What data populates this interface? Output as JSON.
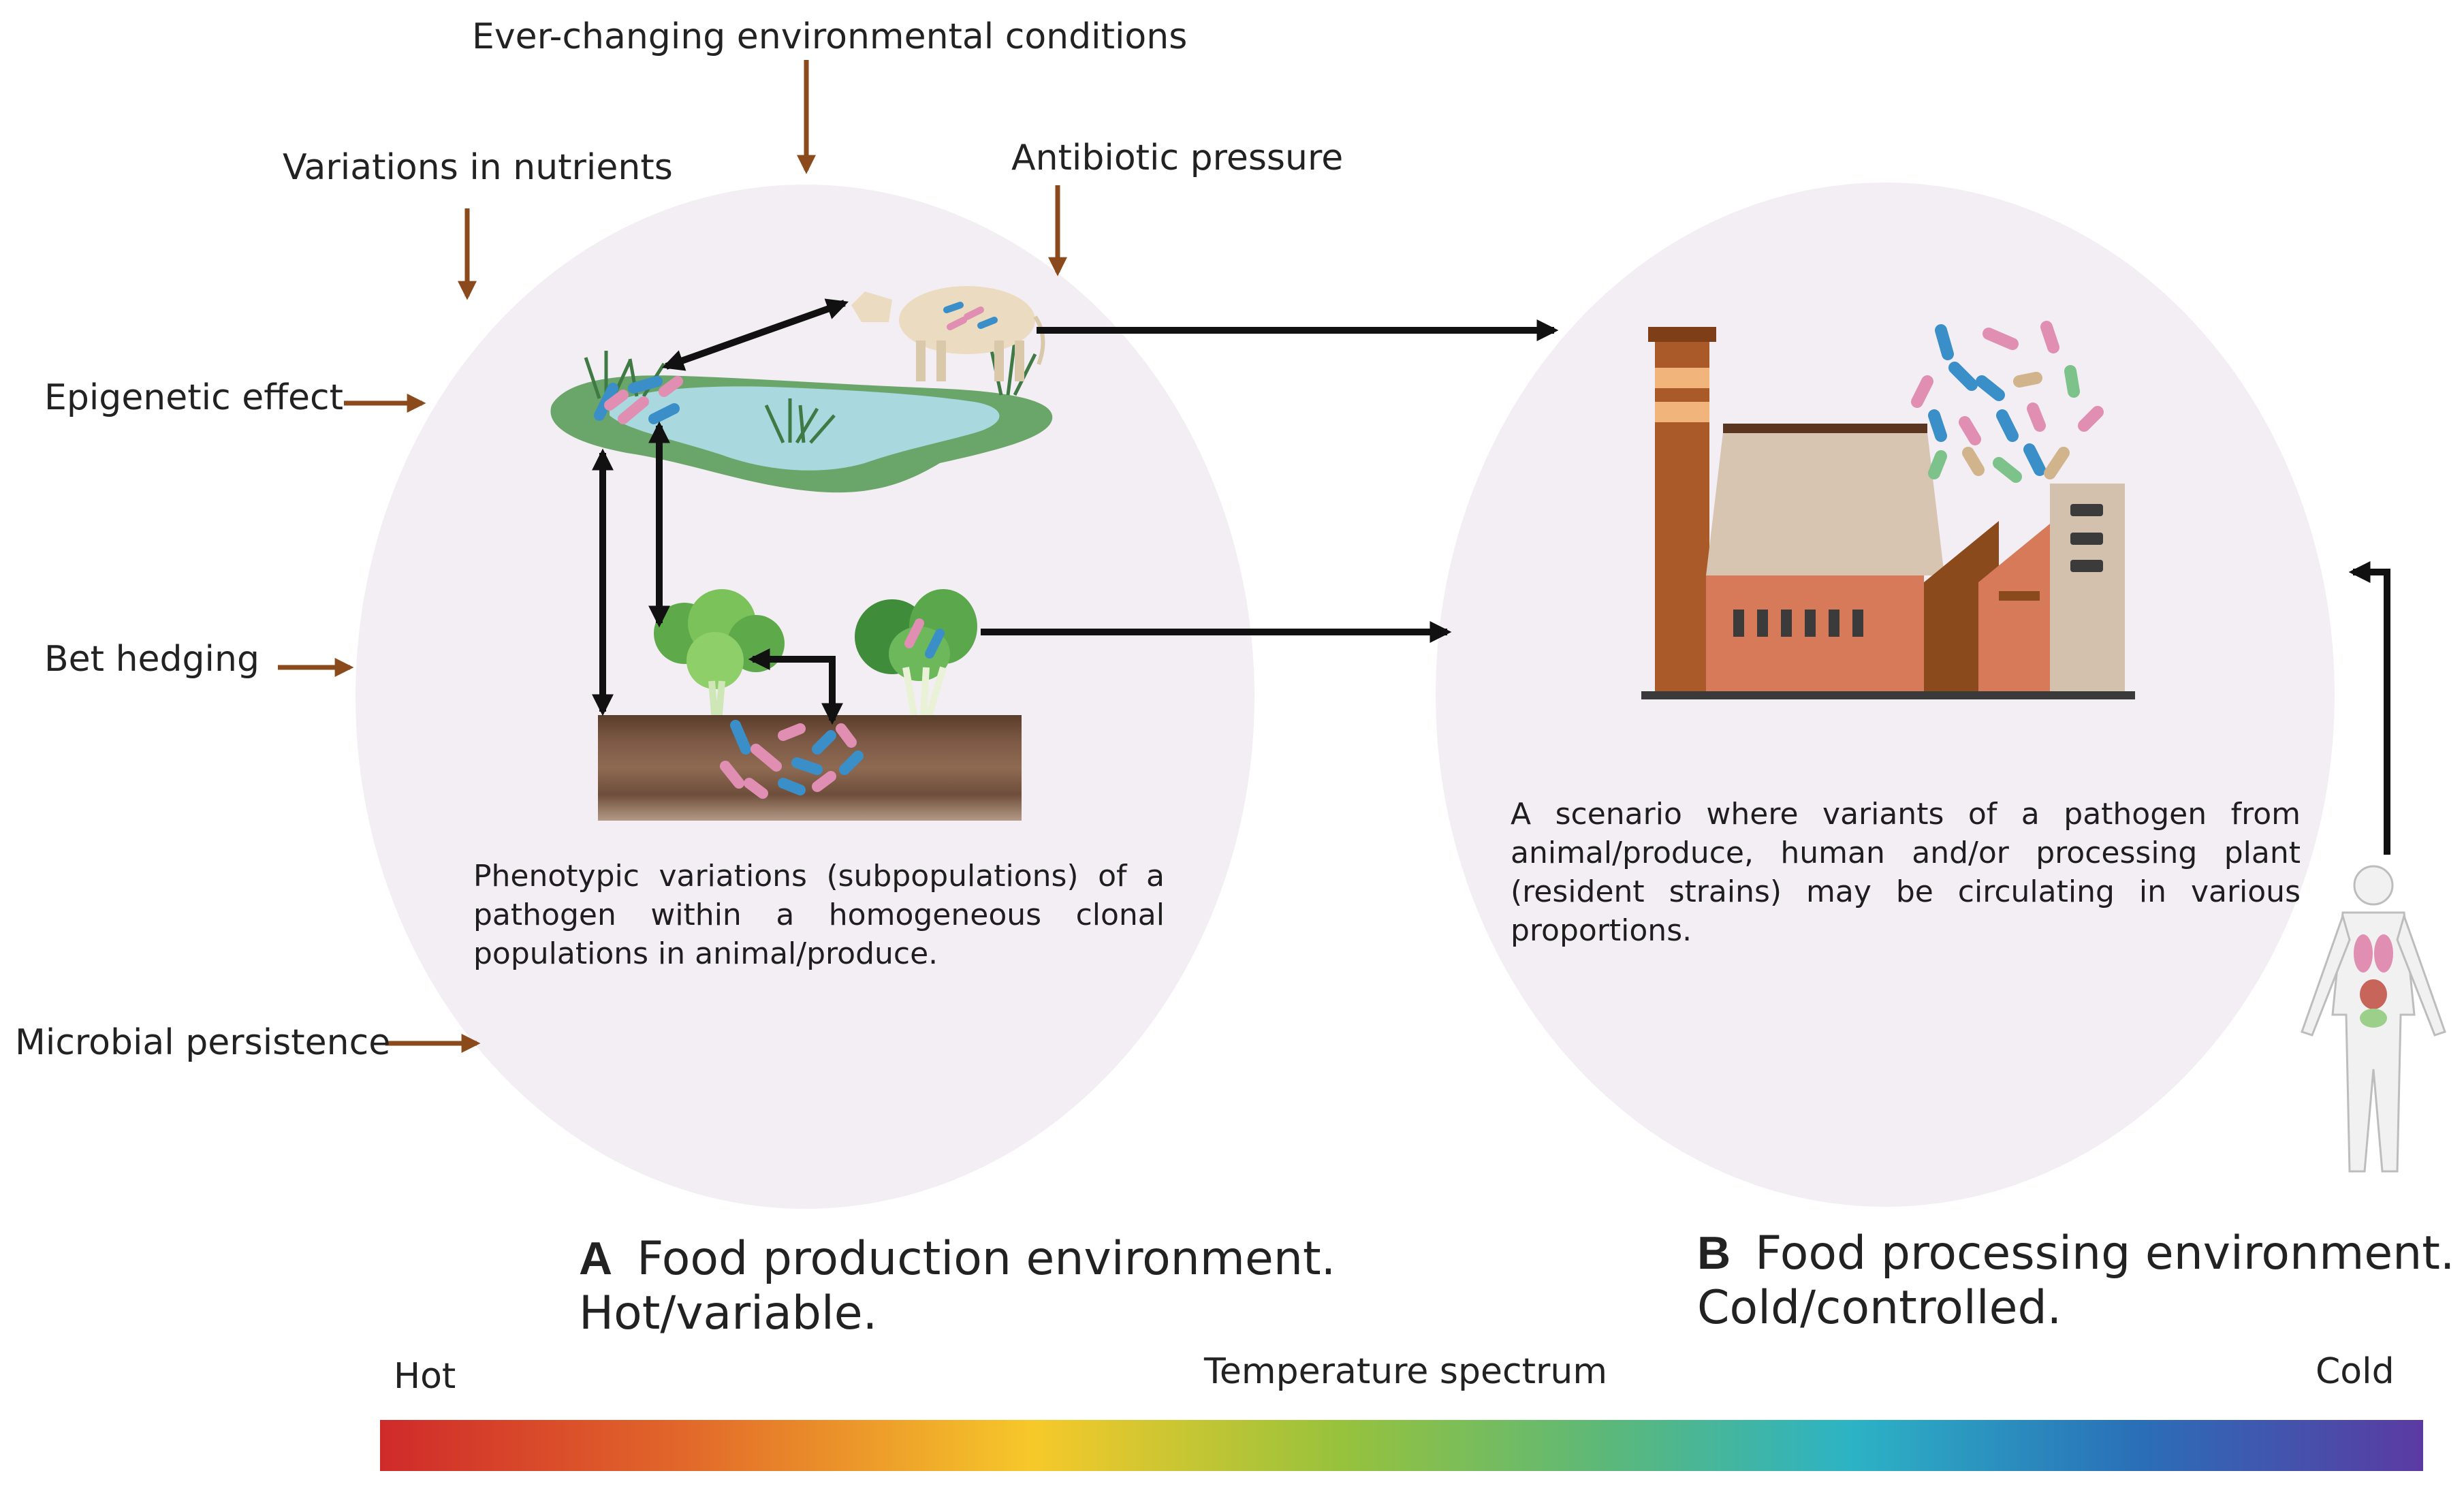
{
  "factors": {
    "environment": "Ever-changing environmental conditions",
    "nutrients": "Variations in nutrients",
    "antibiotic": "Antibiotic pressure",
    "epigenetic": "Epigenetic effect",
    "bet_hedging": "Bet hedging",
    "persistence": "Microbial persistence"
  },
  "panel_a": {
    "letter": "A",
    "title_line1": "Food production environment.",
    "title_line2": "Hot/variable.",
    "description_main": "Phenotypic variations (subpopulations) of a pathogen within a homogeneous clonal",
    "description_last": "populations in animal/produce."
  },
  "panel_b": {
    "letter": "B",
    "title_line1": "Food processing environment.",
    "title_line2": "Cold/controlled.",
    "description_main": "A scenario where variants of a pathogen from animal/produce, human and/or processing plant (resident strains) may be circulating in various",
    "description_last": "proportions."
  },
  "temperature": {
    "title": "Temperature spectrum",
    "hot_label": "Hot",
    "cold_label": "Cold"
  },
  "colors": {
    "circle_fill": "#f3eef4",
    "factor_arrow": "#8b4a1c",
    "flow_arrow": "#111111"
  }
}
